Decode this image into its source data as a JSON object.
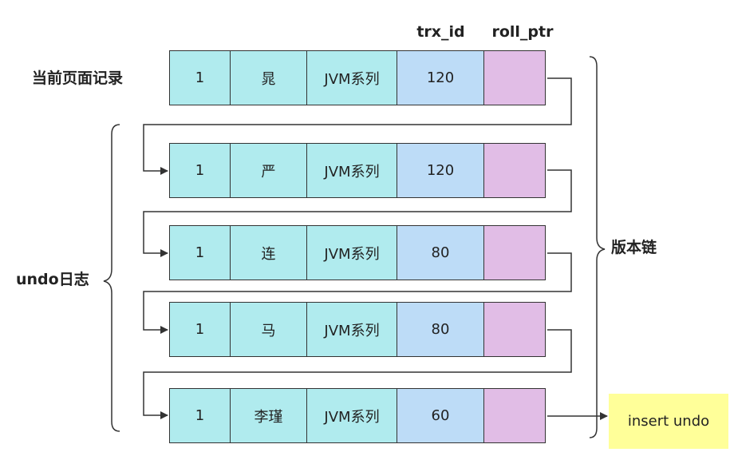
{
  "header": {
    "trx_id": "trx_id",
    "roll_ptr": "roll_ptr"
  },
  "labels": {
    "current_record": "当前页面记录",
    "undo_log": "undo日志",
    "version_chain": "版本链",
    "insert_undo": "insert undo"
  },
  "rows": [
    {
      "id": "1",
      "name": "晁",
      "column": "JVM系列",
      "trx_id": "120"
    },
    {
      "id": "1",
      "name": "严",
      "column": "JVM系列",
      "trx_id": "120"
    },
    {
      "id": "1",
      "name": "连",
      "column": "JVM系列",
      "trx_id": "80"
    },
    {
      "id": "1",
      "name": "马",
      "column": "JVM系列",
      "trx_id": "80"
    },
    {
      "id": "1",
      "name": "李瑾",
      "column": "JVM系列",
      "trx_id": "60"
    }
  ],
  "colors": {
    "cell_cyan": "#b0ebee",
    "cell_trx": "#bddcf7",
    "cell_ptr": "#e1bde6",
    "insert_box": "#ffff99",
    "line": "#333333"
  }
}
